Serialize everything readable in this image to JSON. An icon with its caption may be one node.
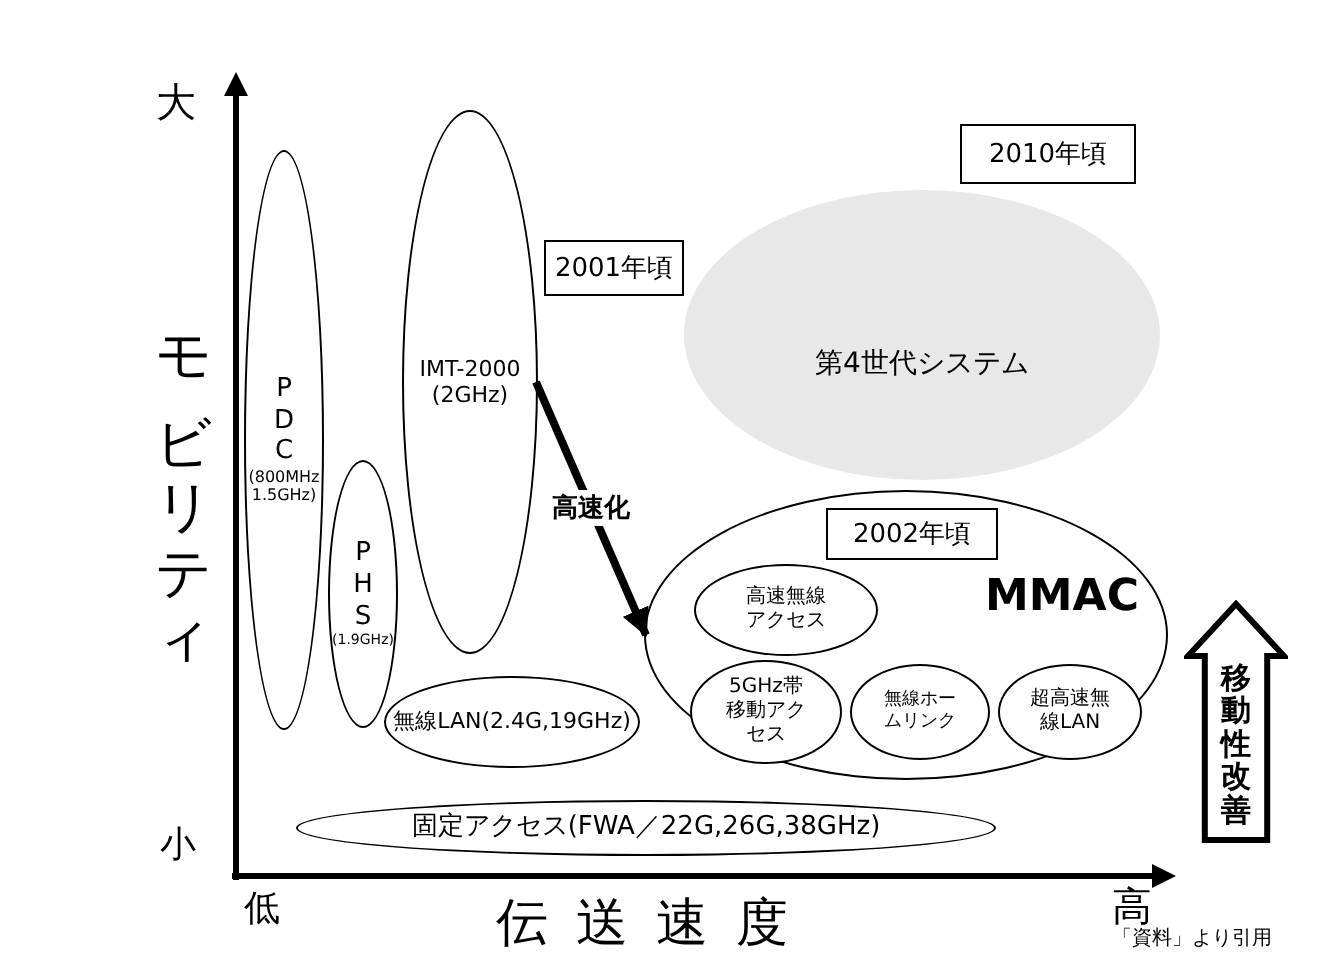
{
  "diagram": {
    "nodes": [
      {
        "text": [
          "P D C",
          "(800MHz 1.5GHz)"
        ]
      },
      {
        "text": [
          "IMT-2000 (2GHz)"
        ]
      },
      {
        "text": [
          "P H S",
          "(1.9GHz)"
        ]
      },
      {
        "text": [
          "2001年頃"
        ]
      },
      {
        "text": [
          "第4世代システム"
        ]
      },
      {
        "text": [
          "2010年頃"
        ]
      },
      {
        "text": [
          "MMAC"
        ]
      },
      {
        "text": [
          "2002年頃"
        ],
        "in": 6
      },
      {
        "text": [
          "高速無線アクセス"
        ],
        "in": 6
      },
      {
        "text": [
          "5GHz帯移動アクセス"
        ],
        "in": 6
      },
      {
        "text": [
          "無線ホームリンク"
        ],
        "in": 6
      },
      {
        "text": [
          "超高速無線LAN"
        ],
        "in": 6
      },
      {
        "text": [
          "無線LAN(2.4G,19GHz)"
        ]
      },
      {
        "text": [
          "固定アクセス(FWA／22G,26G,38GHz)"
        ]
      },
      {
        "text": [
          "移動性改善"
        ]
      }
    ],
    "edges": [
      {
        "from": 1,
        "to": 6,
        "arrow": "to",
        "label": "高速化"
      }
    ],
    "labels": [
      "大",
      "モビリティ",
      "小",
      "低",
      "伝送速度",
      "高",
      "「資料」より引用"
    ]
  }
}
